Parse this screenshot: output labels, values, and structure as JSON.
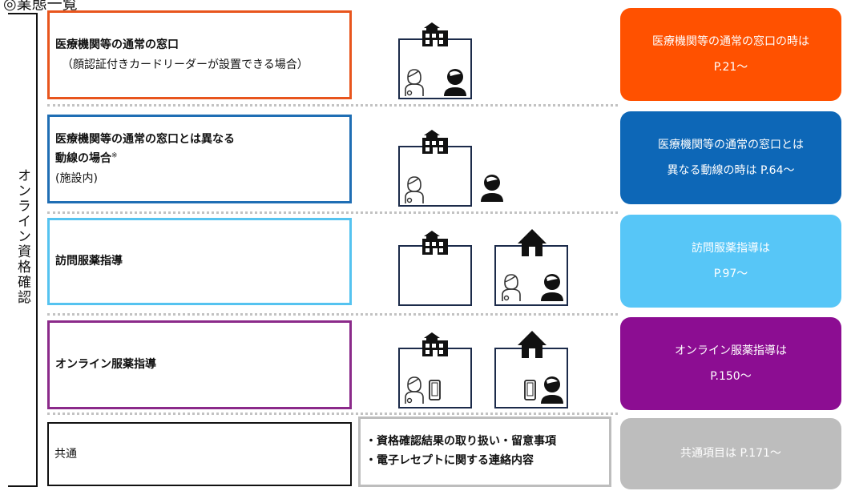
{
  "heading": "◎業態一覧",
  "side_label": "オンライン資格確認",
  "rows": [
    {
      "title": "医療機関等の通常の窓口",
      "sub": "（顔認証付きカードリーダーが設置できる場合）",
      "border": "#e8551d",
      "pill_line1": "医療機関等の通常の窓口の時は",
      "pill_line2": "P.21～",
      "pill_color": "#ff5100"
    },
    {
      "title": "医療機関等の通常の窓口とは異なる",
      "title2": "動線の場合",
      "mark": "※",
      "sub": "(施設内)",
      "border": "#1f6eb4",
      "pill_line1": "医療機関等の通常の窓口とは",
      "pill_line2": "異なる動線の時は P.64～",
      "pill_color": "#0d67b7"
    },
    {
      "title": "訪問服薬指導",
      "border": "#55c3f0",
      "pill_line1": "訪問服薬指導は",
      "pill_line2": "P.97～",
      "pill_color": "#57c6f7"
    },
    {
      "title": "オンライン服薬指導",
      "border": "#8b2a8a",
      "pill_line1": "オンライン服薬指導は",
      "pill_line2": "P.150～",
      "pill_color": "#8c0d92"
    },
    {
      "title": "共通",
      "border": "#111111",
      "pill_line1": "共通項目は P.171～",
      "pill_color": "#bdbdbd"
    }
  ],
  "notes": [
    "・資格確認結果の取り扱い・留意事項",
    "・電子レセプトに関する連絡内容"
  ],
  "icons": {
    "facility": "hospital-icon",
    "home": "house-icon",
    "pharmacist": "pharmacist-icon",
    "patient": "patient-icon",
    "phone": "smartphone-icon"
  }
}
